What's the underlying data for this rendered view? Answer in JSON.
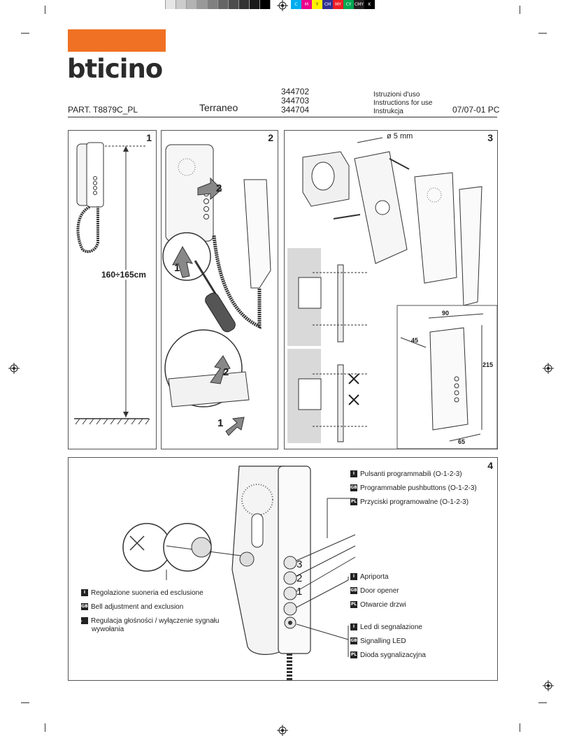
{
  "colorbar": {
    "grays": [
      "#ffffff",
      "#e6e6e6",
      "#cccccc",
      "#b3b3b3",
      "#999999",
      "#808080",
      "#666666",
      "#4d4d4d",
      "#333333",
      "#1a1a1a",
      "#000000"
    ],
    "swatches": [
      {
        "label": "C",
        "color": "#00aeef"
      },
      {
        "label": "M",
        "color": "#ec008c"
      },
      {
        "label": "Y",
        "color": "#fff200"
      },
      {
        "label": "CM",
        "color": "#2e3192"
      },
      {
        "label": "MY",
        "color": "#ed1c24"
      },
      {
        "label": "CY",
        "color": "#00a651"
      },
      {
        "label": "CMY",
        "color": "#231f20"
      },
      {
        "label": "K",
        "color": "#000000"
      }
    ]
  },
  "brand": {
    "name": "bticino",
    "accent": "#f07123"
  },
  "header": {
    "part": "PART. T8879C_PL",
    "product": "Terraneo",
    "codes": [
      "344702",
      "344703",
      "344704"
    ],
    "instructions": [
      "Istruzioni d'uso",
      "Instructions for use",
      "Instrukcja"
    ],
    "date": "07/07-01 PC"
  },
  "panel1": {
    "number": "1",
    "height_label": "160÷165cm"
  },
  "panel2": {
    "number": "2",
    "step1": "1",
    "step2": "2",
    "step1b": "1",
    "step2b": "2"
  },
  "panel3": {
    "number": "3",
    "drill": "ø 5 mm",
    "dim_width": "90",
    "dim_depth": "45",
    "dim_height": "215",
    "dim_base": "65"
  },
  "panel4": {
    "number": "4",
    "buttons": [
      "3",
      "2",
      "1"
    ],
    "callouts": {
      "pushbuttons": [
        {
          "flag": "I",
          "text": "Pulsanti programmabili (O-1-2-3)"
        },
        {
          "flag": "GB",
          "text": "Programmable pushbuttons (O-1-2-3)"
        },
        {
          "flag": "PL",
          "text": "Przyciski programowalne (O-1-2-3)"
        }
      ],
      "door": [
        {
          "flag": "I",
          "text": "Apriporta"
        },
        {
          "flag": "GB",
          "text": "Door opener"
        },
        {
          "flag": "PL",
          "text": "Otwarcie drzwi"
        }
      ],
      "led": [
        {
          "flag": "I",
          "text": "Led di segnalazione"
        },
        {
          "flag": "GB",
          "text": "Signalling LED"
        },
        {
          "flag": "PL",
          "text": "Dioda sygnalizacyjna"
        }
      ],
      "bell": [
        {
          "flag": "I",
          "text": "Regolazione suoneria ed esclusione"
        },
        {
          "flag": "GB",
          "text": "Bell adjustment and exclusion"
        },
        {
          "flag": "PL",
          "text": "Regulacja głośności / wyłączenie sygnału wywołania"
        }
      ]
    }
  }
}
